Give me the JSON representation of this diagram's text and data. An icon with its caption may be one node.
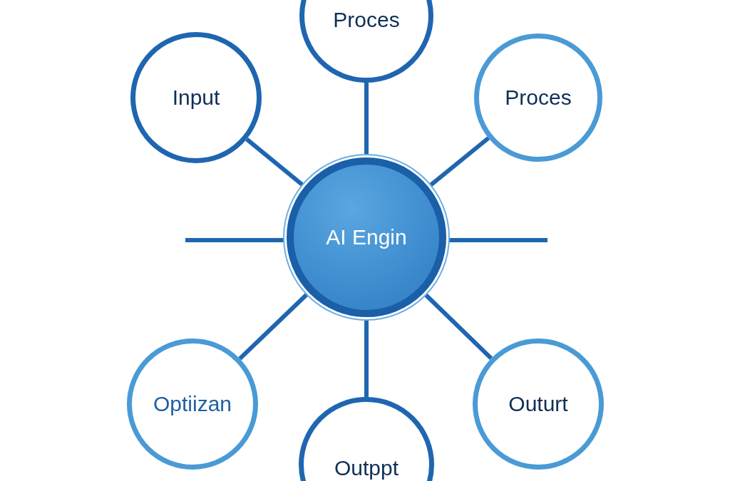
{
  "diagram": {
    "nodes": [
      {
        "text": [
          "Proces"
        ]
      },
      {
        "text": [
          "Input"
        ]
      },
      {
        "text": [
          "Proces"
        ]
      },
      {
        "text": [
          "AI Engin"
        ]
      },
      {
        "text": [
          "Optiizan"
        ]
      },
      {
        "text": [
          "Outurt"
        ]
      },
      {
        "text": [
          "Outppt"
        ]
      }
    ],
    "edges": [
      {
        "from": 3,
        "to": 0,
        "arrow": "none"
      },
      {
        "from": 3,
        "to": 1,
        "arrow": "none"
      },
      {
        "from": 3,
        "to": 2,
        "arrow": "none"
      },
      {
        "from": 3,
        "to": null,
        "arrow": "none"
      },
      {
        "from": 3,
        "to": null,
        "arrow": "none"
      },
      {
        "from": 3,
        "to": 4,
        "arrow": "none"
      },
      {
        "from": 3,
        "to": 6,
        "arrow": "none"
      },
      {
        "from": 3,
        "to": 5,
        "arrow": "none"
      }
    ]
  }
}
